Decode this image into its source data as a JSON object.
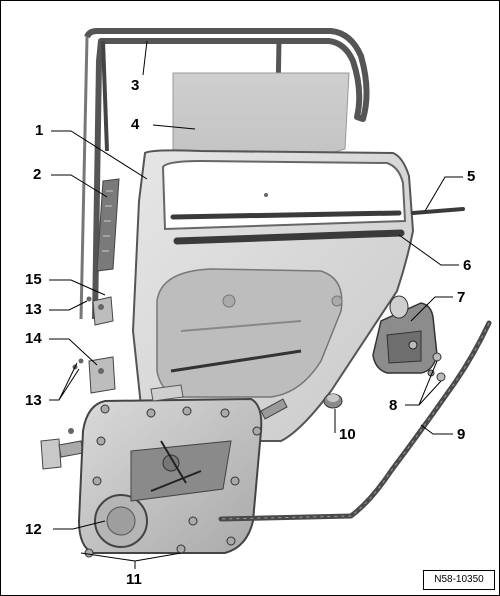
{
  "figure": {
    "reference_code": "N58-10350"
  },
  "callouts": {
    "c1": "1",
    "c2": "2",
    "c3": "3",
    "c4": "4",
    "c5": "5",
    "c6": "6",
    "c7": "7",
    "c8": "8",
    "c9": "9",
    "c10": "10",
    "c11": "11",
    "c12": "12",
    "c13a": "13",
    "c13b": "13",
    "c14": "14",
    "c15": "15"
  },
  "colors": {
    "line": "#000000",
    "part_gray": "#cfcfcf",
    "part_dark": "#6e6e6e",
    "seal": "#4a4a4a"
  }
}
